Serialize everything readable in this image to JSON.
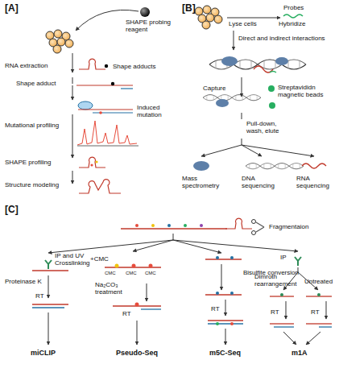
{
  "diagram": {
    "labels": [
      "[A]",
      "SHAPE probing reagent",
      "RNA extraction",
      "Shape adducts",
      "Shape adduct",
      "Induced mutation",
      "Mutational profiling",
      "SHAPE profiling",
      "Structure modeling",
      "[B]",
      "Probes",
      "Lyse cells",
      "Hybridize",
      "Direct and indirect interactions",
      "Capture",
      "Streptavididn magnetic beads",
      "Pull-down, wash, elute",
      "Mass spectrometry",
      "DNA sequencing",
      "RNA sequencing",
      "[C]",
      "Fragmentaion",
      "IP and UV Crosslinking",
      "Proteinase K",
      "RT",
      "miCLIP",
      "+CMC",
      "CMC",
      "CMC",
      "CMC",
      "Na₂CO₃ treatment",
      "RT",
      "Pseudo-Seq",
      "Bisulfite conversion",
      "RT",
      "m5C-Seq",
      "IP",
      "Dimroth rearrangement",
      "Untreated",
      "RT",
      "RT",
      "m1A"
    ]
  }
}
